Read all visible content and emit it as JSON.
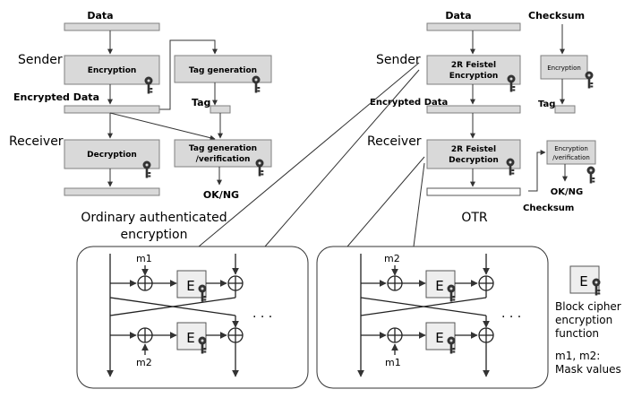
{
  "ordinary": {
    "data_label": "Data",
    "sender_label": "Sender",
    "encryption_label": "Encryption",
    "tag_generation_label": "Tag generation",
    "encrypted_data_label": "Encrypted Data",
    "tag_label": "Tag",
    "receiver_label": "Receiver",
    "decryption_label": "Decryption",
    "tag_verify_line1": "Tag generation",
    "tag_verify_line2": "/verification",
    "result_label": "OK/NG",
    "caption_line1": "Ordinary authenticated",
    "caption_line2": "encryption"
  },
  "otr": {
    "data_label": "Data",
    "checksum_label": "Checksum",
    "sender_label": "Sender",
    "feistel_enc_line1": "2R Feistel",
    "feistel_enc_line2": "Encryption",
    "checksum_encryption_label": "Encryption",
    "encrypted_data_label": "Encrypted Data",
    "tag_label": "Tag",
    "receiver_label": "Receiver",
    "feistel_dec_line1": "2R Feistel",
    "feistel_dec_line2": "Decryption",
    "enc_verify_line1": "Encryption",
    "enc_verify_line2": "/verification",
    "result_label": "OK/NG",
    "checksum_bottom_label": "Checksum",
    "caption": "OTR"
  },
  "detail_left": {
    "mask_top": "m1",
    "mask_bottom": "m2",
    "block_label": "E",
    "ellipsis": "· · ·"
  },
  "detail_right": {
    "mask_top": "m2",
    "mask_bottom": "m1",
    "block_label": "E",
    "ellipsis": "· · ·"
  },
  "legend": {
    "block_label": "E",
    "desc_line1": "Block cipher",
    "desc_line2": "encryption",
    "desc_line3": "function",
    "mask_line1": "m1, m2:",
    "mask_line2": "Mask values"
  }
}
